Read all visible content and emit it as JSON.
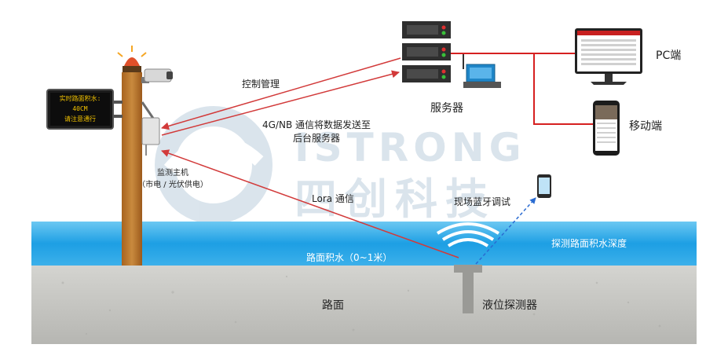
{
  "labels": {
    "control": "控制管理",
    "uplink_line1": "4G/NB 通信将数据发送至",
    "uplink_line2": "后台服务器",
    "server": "服务器",
    "pc": "PC端",
    "mobile": "移动端",
    "host_line1": "监测主机",
    "host_line2": "（市电 / 光伏供电）",
    "lora": "Lora 通信",
    "bluetooth": "现场蓝牙调试",
    "water_range": "路面积水（0~1米）",
    "detect_depth": "探测路面积水深度",
    "road": "路面",
    "sensor": "液位探测器"
  },
  "led_sign": {
    "line1": "实时路面积水:",
    "line2": "40CM",
    "line3": "请注意通行"
  },
  "watermark": "ISTRONG 四创科技",
  "colors": {
    "water": "#29a8e8",
    "road": "#c8c8c4",
    "pole": "#b8732c",
    "arrow": "#d23a3a",
    "line": "#d62020",
    "bluetooth": "#2a6bd1"
  }
}
